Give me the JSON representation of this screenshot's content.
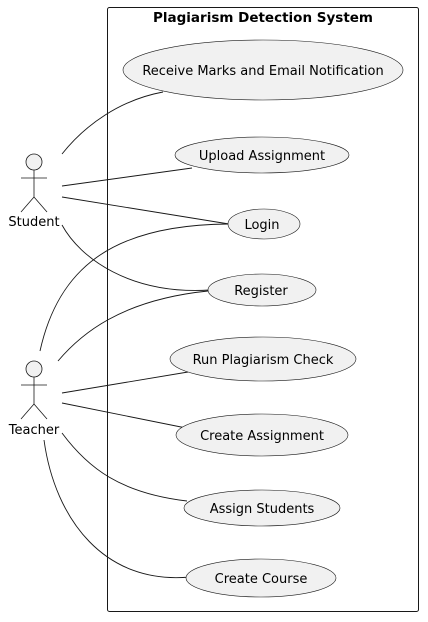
{
  "system": {
    "title": "Plagiarism Detection System"
  },
  "actors": {
    "student": "Student",
    "teacher": "Teacher"
  },
  "use_cases": {
    "receive_marks": "Receive Marks and Email Notification",
    "upload_assignment": "Upload Assignment",
    "login": "Login",
    "register": "Register",
    "run_plagiarism_check": "Run Plagiarism Check",
    "create_assignment": "Create Assignment",
    "assign_students": "Assign Students",
    "create_course": "Create Course"
  },
  "associations": [
    [
      "Student",
      "Receive Marks and Email Notification"
    ],
    [
      "Student",
      "Upload Assignment"
    ],
    [
      "Student",
      "Login"
    ],
    [
      "Student",
      "Register"
    ],
    [
      "Teacher",
      "Login"
    ],
    [
      "Teacher",
      "Register"
    ],
    [
      "Teacher",
      "Run Plagiarism Check"
    ],
    [
      "Teacher",
      "Create Assignment"
    ],
    [
      "Teacher",
      "Assign Students"
    ],
    [
      "Teacher",
      "Create Course"
    ]
  ],
  "colors": {
    "shape_fill": "#f1f1f1",
    "stroke": "#181818",
    "background": "#ffffff"
  }
}
